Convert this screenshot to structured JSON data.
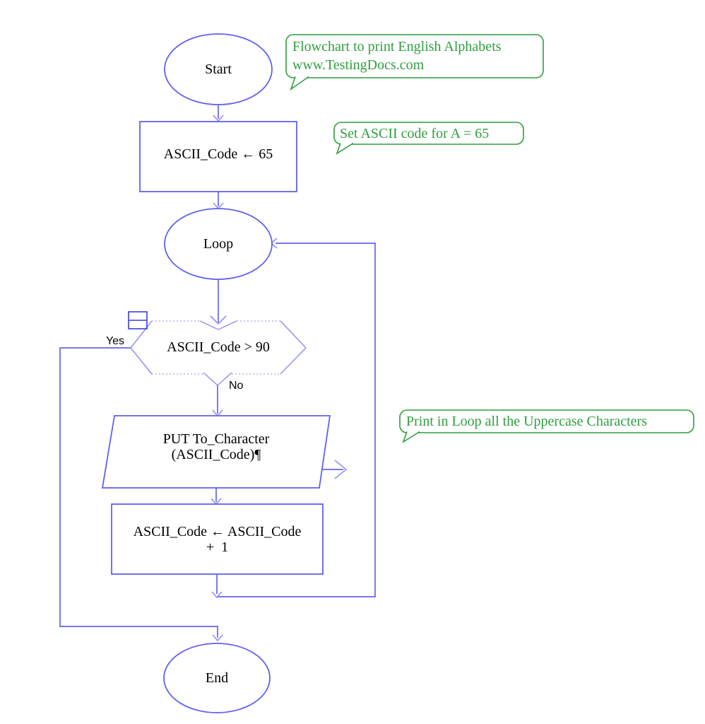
{
  "flowchart": {
    "callouts": {
      "title": {
        "line1": "Flowchart to print English Alphabets",
        "line2": "www.TestingDocs.com"
      },
      "set_ascii": {
        "text": "Set ASCII code for A = 65"
      },
      "print_loop": {
        "text": "Print in Loop all the Uppercase Characters"
      }
    },
    "nodes": {
      "start": {
        "label": "Start"
      },
      "assign": {
        "label": "ASCII_Code ← 65"
      },
      "loop": {
        "label": "Loop"
      },
      "decision": {
        "label": "ASCII_Code > 90"
      },
      "output": {
        "line1": "PUT To_Character",
        "line2": "(ASCII_Code)¶"
      },
      "increment": {
        "line1": "ASCII_Code ← ASCII_Code",
        "line2": "+  1"
      },
      "end": {
        "label": "End"
      }
    },
    "branch_labels": {
      "yes": "Yes",
      "no": "No"
    },
    "colors": {
      "shape_stroke": "#6060f0",
      "light_stroke": "#9090f6",
      "dotted_stroke": "#b4b4f8",
      "icon_stroke": "#3c3cd8",
      "comment_green": "#2f9e3e",
      "text": "#000000"
    }
  }
}
